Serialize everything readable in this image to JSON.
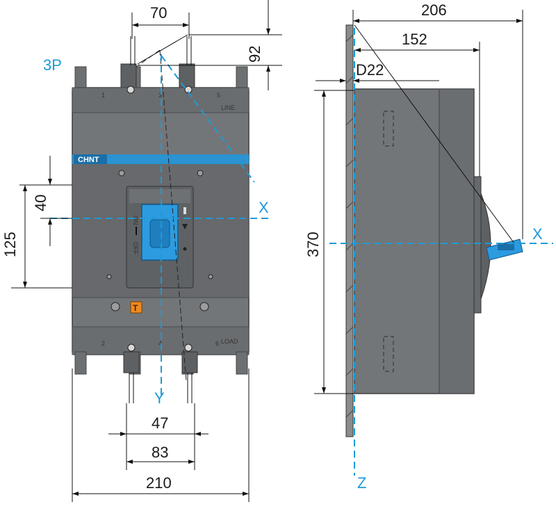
{
  "front_view": {
    "pole_label": "3P",
    "terminal_numbers_top": [
      "1",
      "3",
      "5"
    ],
    "terminal_numbers_bottom": [
      "2",
      "4",
      "6"
    ],
    "line_label": "LINE",
    "load_label": "LOAD",
    "brand": "CHNT",
    "on_label": "ON",
    "off_label": "OFF",
    "axis_x": "X",
    "axis_y": "Y",
    "dims": {
      "top_width": "70",
      "top_height": "92",
      "handle_offset": "40",
      "handle_height": "125",
      "terminal_spacing": "47",
      "terminal_span": "83",
      "total_width": "210"
    }
  },
  "side_view": {
    "axis_x": "X",
    "axis_z": "Z",
    "dims": {
      "total_depth": "206",
      "body_depth": "152",
      "door_hole": "D22",
      "height": "370"
    }
  },
  "colors": {
    "body": "#707376",
    "body_dark": "#5b5e61",
    "accent": "#2196d8",
    "axis": "#1e9ad6",
    "warning": "#f08a1e"
  }
}
